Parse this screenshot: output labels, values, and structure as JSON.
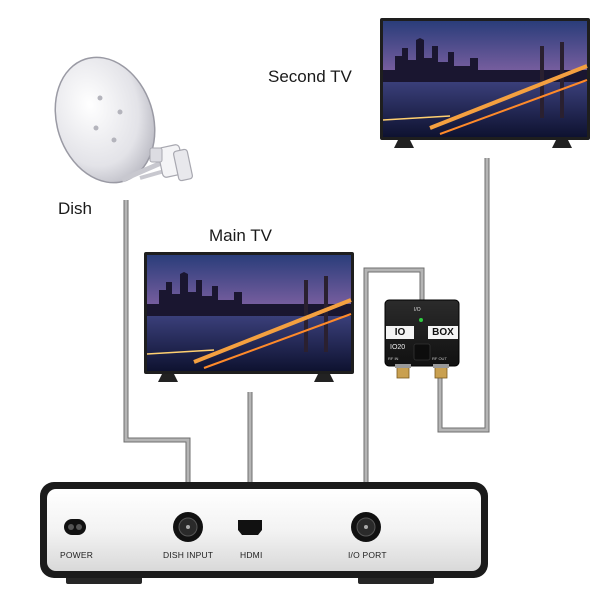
{
  "labels": {
    "dish": "Dish",
    "main_tv": "Main TV",
    "second_tv": "Second TV"
  },
  "io_box": {
    "left_label": "IO",
    "right_label": "BOX",
    "model": "IO20",
    "small_mark": "I/O",
    "rf_in": "RF IN",
    "rf_out": "RF OUT"
  },
  "receiver": {
    "ports": {
      "power": "POWER",
      "dish_input": "DISH INPUT",
      "hdmi": "HDMI",
      "io_port": "I/O PORT"
    }
  },
  "colors": {
    "cable": "#a9a9a9",
    "cable_edge": "#6f6f6f",
    "tv_frame": "#1e1e1e",
    "box_body": "#1b1b1b",
    "dish": "#e6e6ea",
    "receiver_body": "#f2f2f2"
  }
}
